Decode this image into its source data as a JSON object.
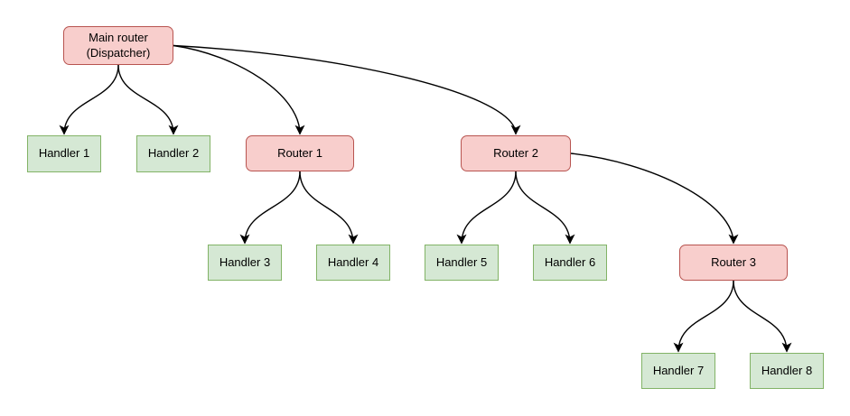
{
  "diagram": {
    "colors": {
      "background": "#ffffff",
      "router_fill": "#f8cecc",
      "router_stroke": "#b85450",
      "handler_fill": "#d5e8d4",
      "handler_stroke": "#82b366",
      "edge": "#000000",
      "text": "#000000"
    },
    "nodes": {
      "main": {
        "label": "Main router\n(Dispatcher)",
        "kind": "router"
      },
      "handler1": {
        "label": "Handler 1",
        "kind": "handler"
      },
      "handler2": {
        "label": "Handler 2",
        "kind": "handler"
      },
      "router1": {
        "label": "Router 1",
        "kind": "router"
      },
      "router2": {
        "label": "Router 2",
        "kind": "router"
      },
      "handler3": {
        "label": "Handler 3",
        "kind": "handler"
      },
      "handler4": {
        "label": "Handler 4",
        "kind": "handler"
      },
      "handler5": {
        "label": "Handler 5",
        "kind": "handler"
      },
      "handler6": {
        "label": "Handler 6",
        "kind": "handler"
      },
      "router3": {
        "label": "Router 3",
        "kind": "router"
      },
      "handler7": {
        "label": "Handler 7",
        "kind": "handler"
      },
      "handler8": {
        "label": "Handler 8",
        "kind": "handler"
      }
    },
    "edges": [
      {
        "from": "main",
        "to": "handler1",
        "style": "tree"
      },
      {
        "from": "main",
        "to": "handler2",
        "style": "tree"
      },
      {
        "from": "main",
        "to": "router1",
        "style": "side"
      },
      {
        "from": "main",
        "to": "router2",
        "style": "side"
      },
      {
        "from": "router1",
        "to": "handler3",
        "style": "tree"
      },
      {
        "from": "router1",
        "to": "handler4",
        "style": "tree"
      },
      {
        "from": "router2",
        "to": "handler5",
        "style": "tree"
      },
      {
        "from": "router2",
        "to": "handler6",
        "style": "tree"
      },
      {
        "from": "router2",
        "to": "router3",
        "style": "side"
      },
      {
        "from": "router3",
        "to": "handler7",
        "style": "tree"
      },
      {
        "from": "router3",
        "to": "handler8",
        "style": "tree"
      }
    ]
  }
}
